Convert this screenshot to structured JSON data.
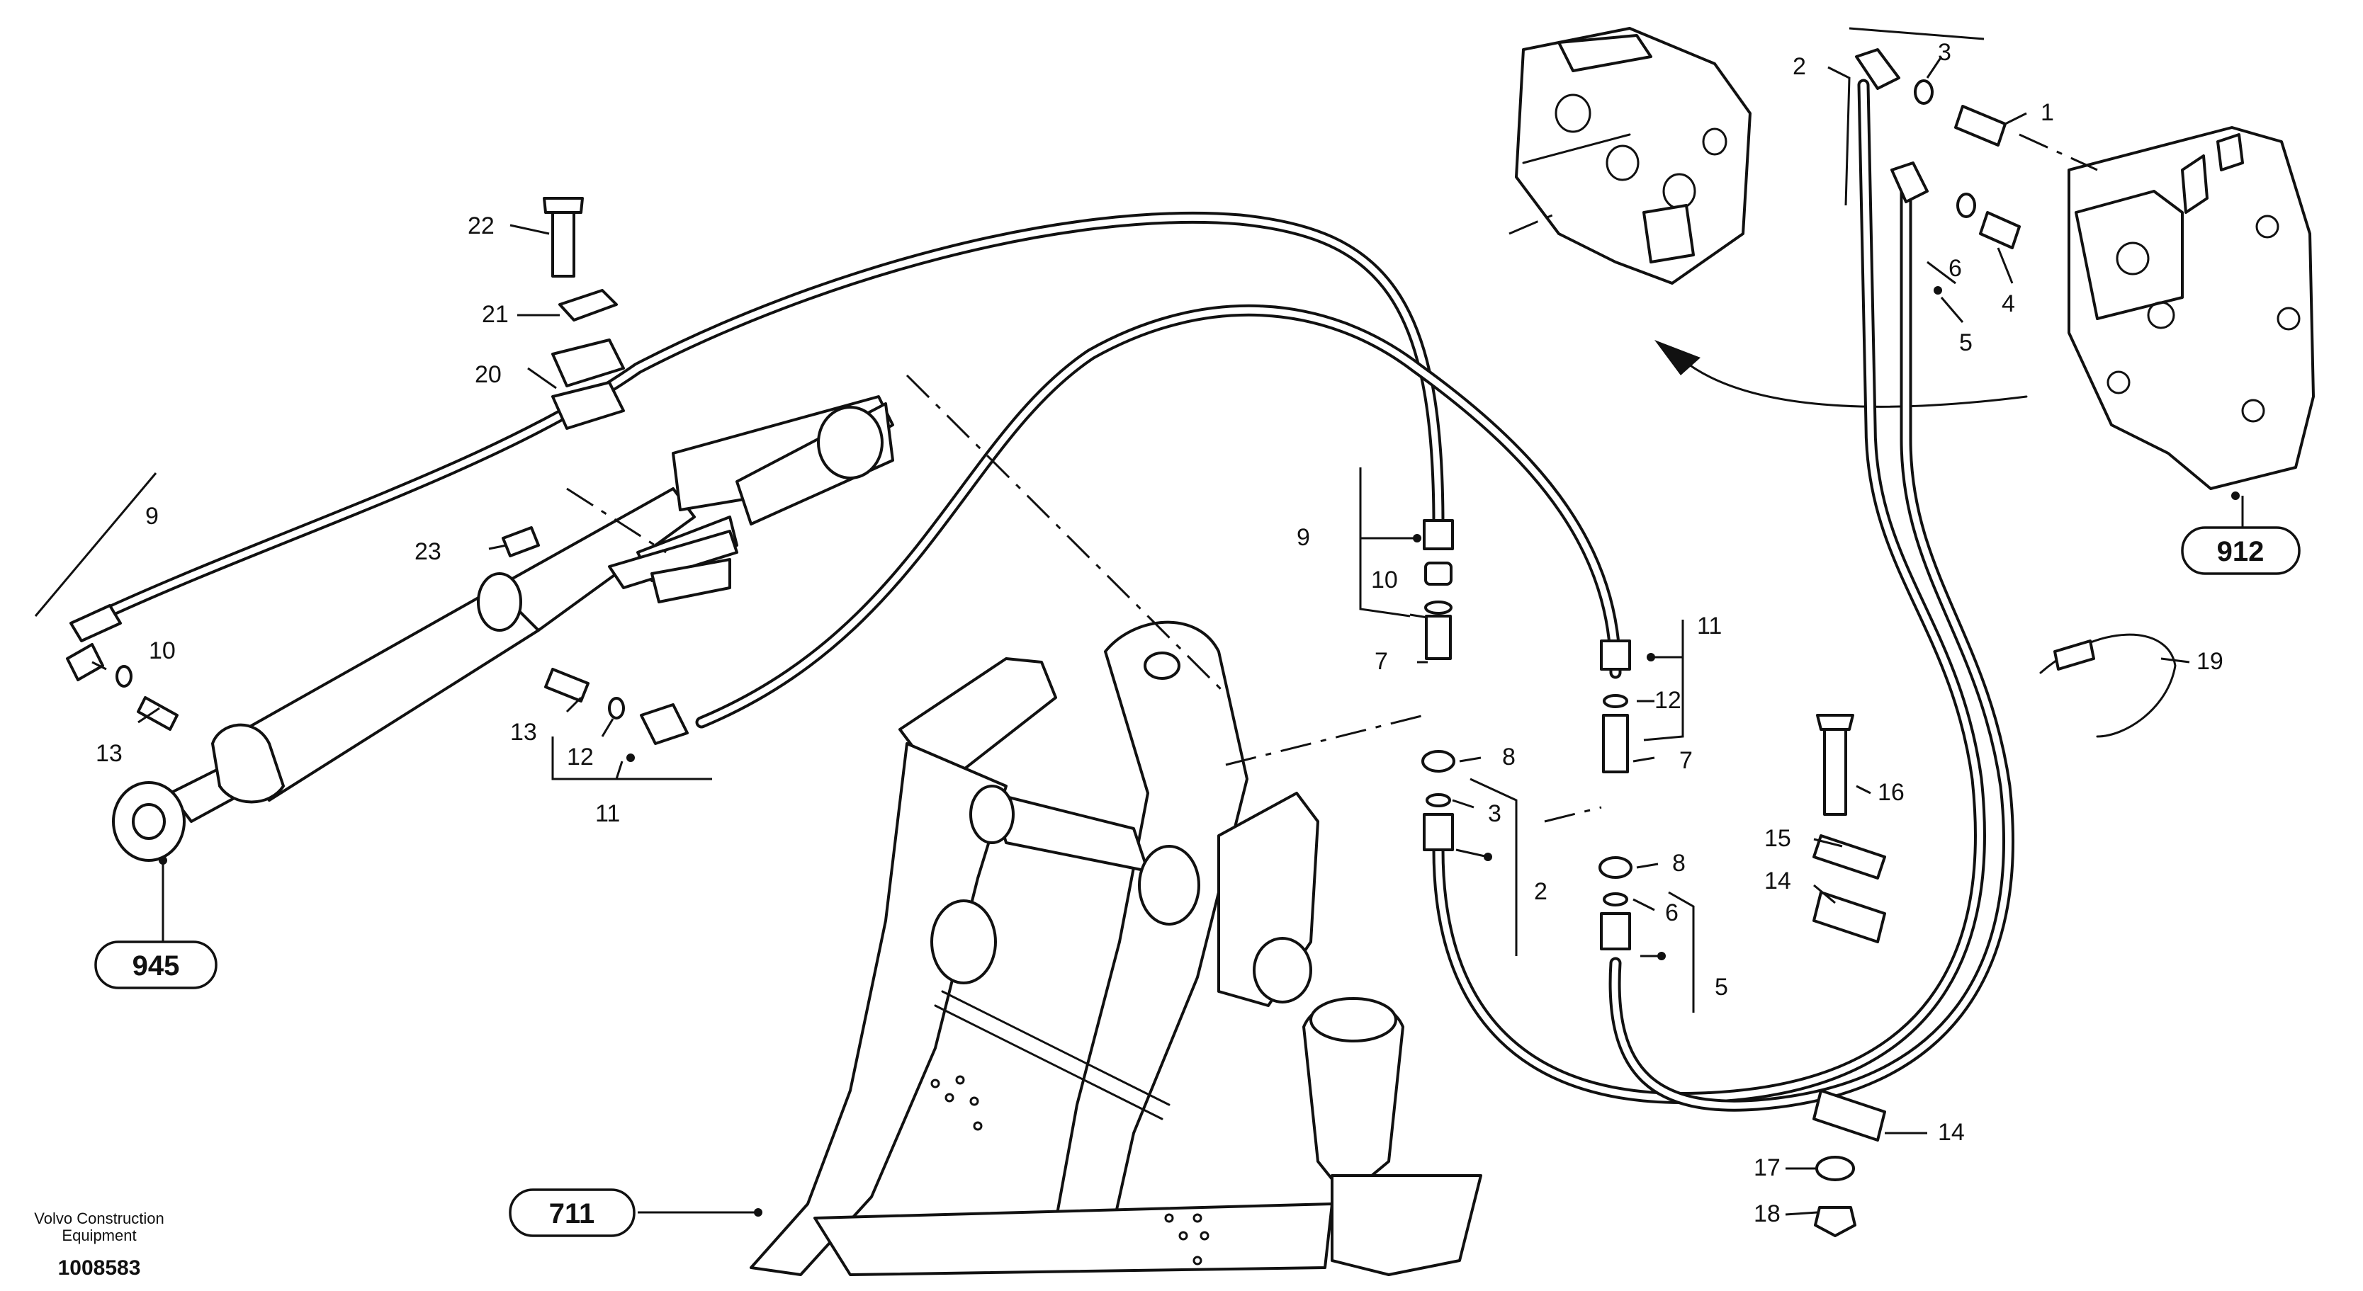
{
  "drawing": {
    "publisher_line1": "Volvo Construction",
    "publisher_line2": "Equipment",
    "drawing_number": "1008583"
  },
  "references": {
    "r912": "912",
    "r945": "945",
    "r711": "711"
  },
  "labels": {
    "l1": "1",
    "l2a": "2",
    "l2b": "2",
    "l3a": "3",
    "l3b": "3",
    "l4": "4",
    "l5a": "5",
    "l5b": "5",
    "l6a": "6",
    "l6b": "6",
    "l7a": "7",
    "l7b": "7",
    "l8a": "8",
    "l8b": "8",
    "l9a": "9",
    "l9b": "9",
    "l10a": "10",
    "l10b": "10",
    "l11a": "11",
    "l11b": "11",
    "l12a": "12",
    "l12b": "12",
    "l13a": "13",
    "l13b": "13",
    "l14a": "14",
    "l14b": "14",
    "l15": "15",
    "l16": "16",
    "l17": "17",
    "l18": "18",
    "l19": "19",
    "l20": "20",
    "l21": "21",
    "l22": "22",
    "l23": "23"
  }
}
